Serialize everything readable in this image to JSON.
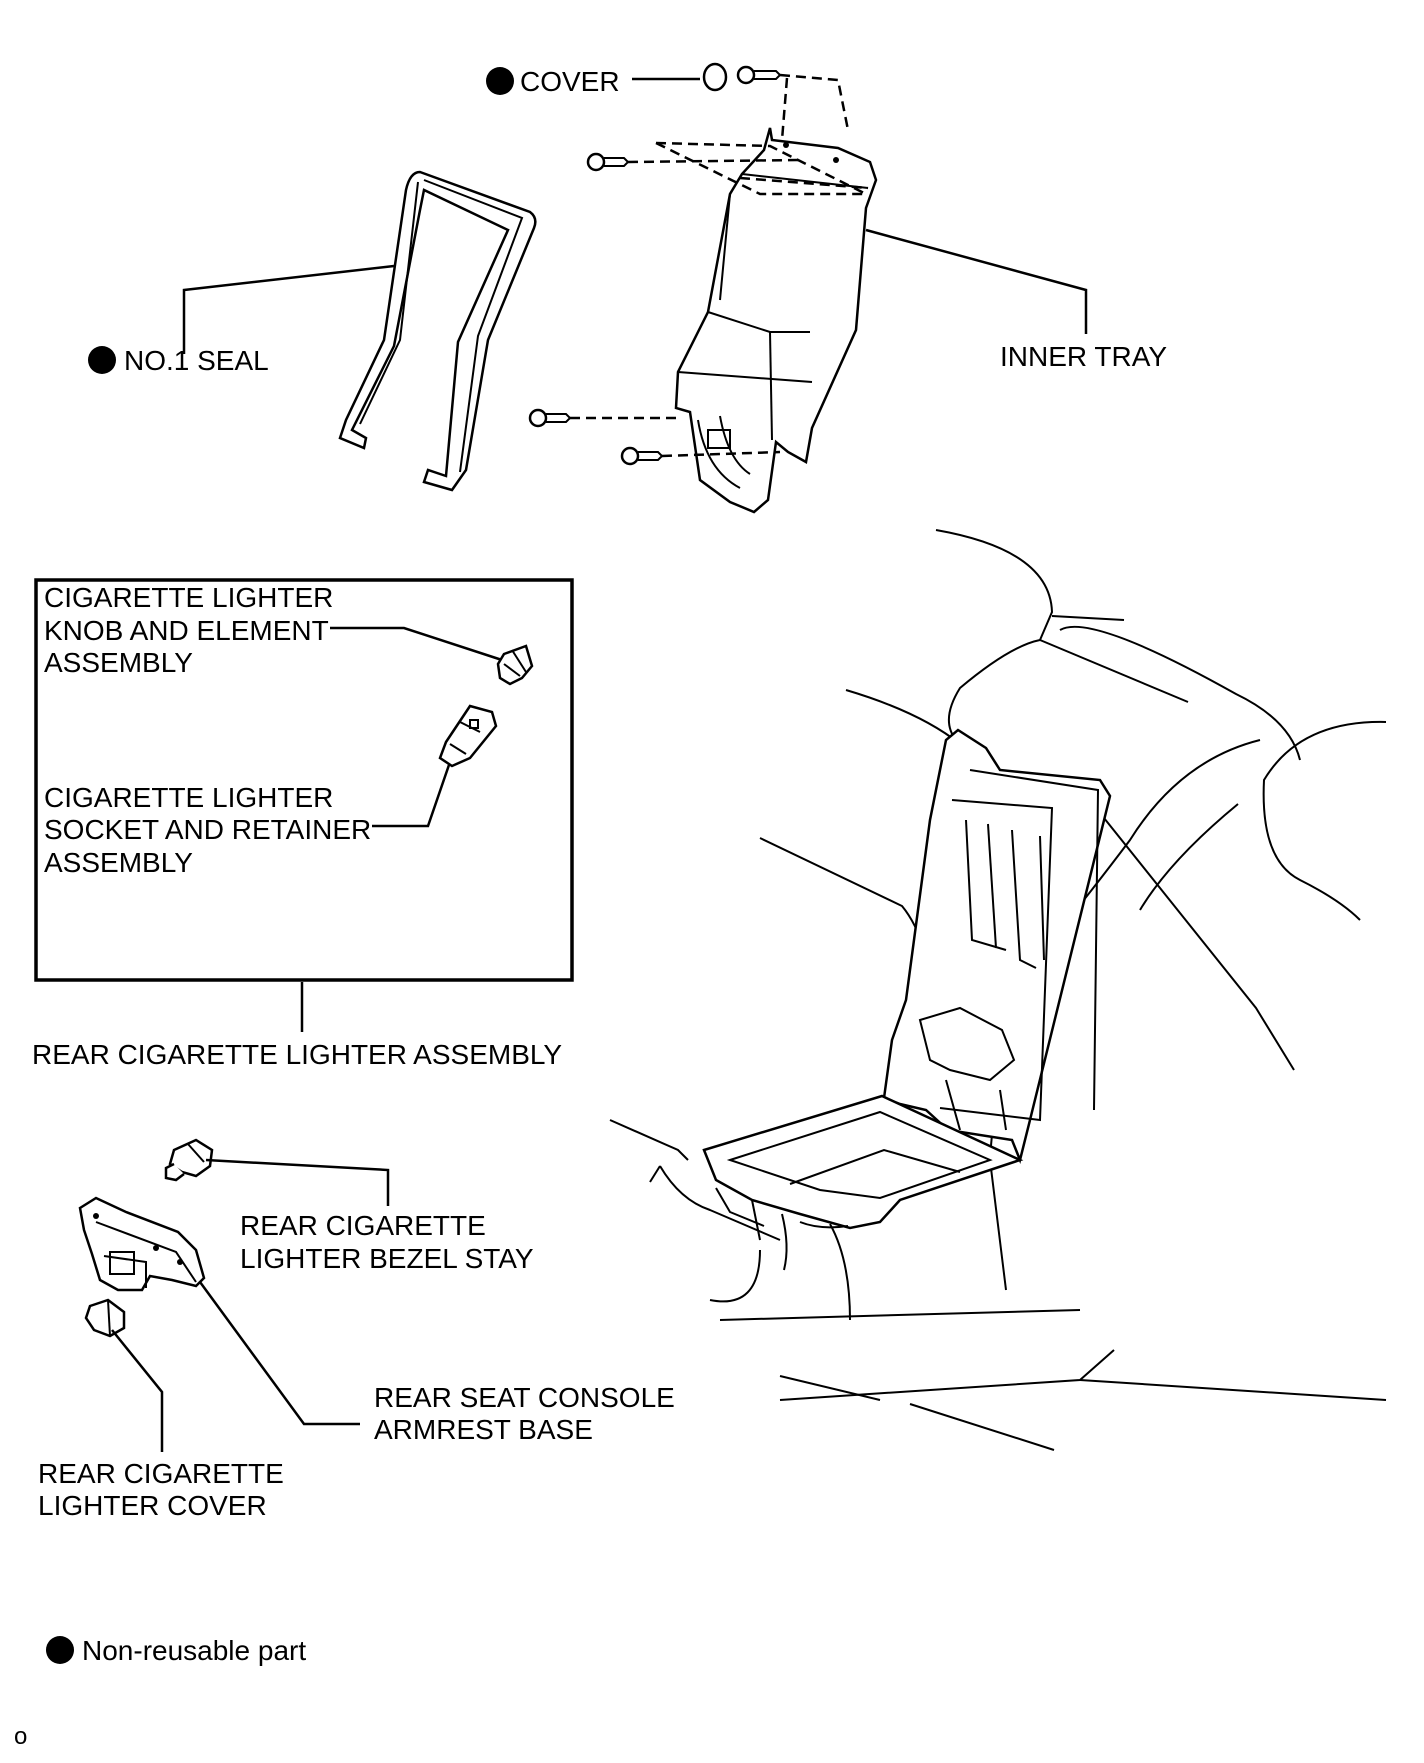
{
  "labels": {
    "cover": "COVER",
    "no1_seal": "NO.1 SEAL",
    "inner_tray": "INNER TRAY",
    "knob_line1": "CIGARETTE LIGHTER",
    "knob_line2": "KNOB AND ELEMENT",
    "knob_line3": "ASSEMBLY",
    "socket_line1": "CIGARETTE LIGHTER",
    "socket_line2": "SOCKET AND RETAINER",
    "socket_line3": "ASSEMBLY",
    "rear_lighter_assembly": "REAR CIGARETTE LIGHTER ASSEMBLY",
    "bezel_line1": "REAR CIGARETTE",
    "bezel_line2": "LIGHTER BEZEL STAY",
    "armrest_line1": "REAR SEAT CONSOLE",
    "armrest_line2": "ARMREST BASE",
    "lighter_cover_line1": "REAR CIGARETTE",
    "lighter_cover_line2": "LIGHTER COVER"
  },
  "legend": {
    "non_reusable": "Non-reusable part"
  },
  "footer": {
    "code": "o"
  },
  "colors": {
    "ink": "#000000",
    "paper": "#ffffff"
  }
}
